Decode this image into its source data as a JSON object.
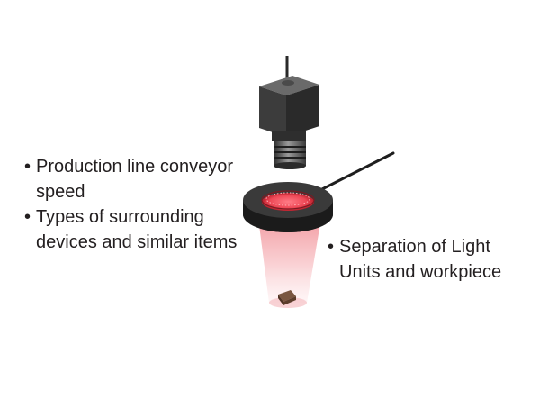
{
  "left_notes": {
    "bullet": "•",
    "items": [
      {
        "text": "Production line conveyor speed"
      },
      {
        "text": "Types of surrounding devices and similar items"
      }
    ]
  },
  "right_notes": {
    "bullet": "•",
    "items": [
      {
        "text": "Separation of Light Units and workpiece"
      }
    ]
  },
  "colors": {
    "camera_body": "#3a3a3a",
    "ring_light": "#262626",
    "light_beam": "#f2a0a6",
    "workpiece": "#6b4a36",
    "text": "#231f20"
  }
}
